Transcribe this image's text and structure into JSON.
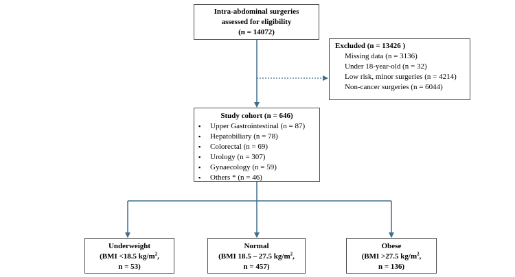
{
  "eligibility": {
    "line1": "Intra-abdominal surgeries",
    "line2": "assessed for eligibility",
    "line3": "(n = 14072)"
  },
  "excluded": {
    "title": "Excluded (n = 13426 )",
    "items": [
      "Missing data (n = 3136)",
      "Under 18-year-old (n = 32)",
      "Low risk, minor surgeries (n = 4214)",
      "Non-cancer surgeries (n = 6044)"
    ]
  },
  "cohort": {
    "title": "Study cohort (n = 646)",
    "bullet": "▪",
    "items": [
      "Upper Gastrointestinal (n = 87)",
      "Hepatobiliary (n = 78)",
      "Colorectal (n = 69)",
      "Urology (n = 307)",
      "Gynaecology (n = 59)",
      "Others * (n = 46)"
    ]
  },
  "groups": {
    "underweight": {
      "name": "Underweight",
      "bmi": "(BMI <18.5 kg/m",
      "sup": "2",
      "bmi_end": ",",
      "n": "n = 53)"
    },
    "normal": {
      "name": "Normal",
      "bmi": "(BMI 18.5 – 27.5 kg/m",
      "sup": "2",
      "bmi_end": ",",
      "n": "n = 457)"
    },
    "obese": {
      "name": "Obese",
      "bmi": "(BMI >27.5 kg/m",
      "sup": "2",
      "bmi_end": ",",
      "n": "n = 136)"
    }
  },
  "colors": {
    "connector": "#3d6e8c",
    "border": "#4a4a4a"
  }
}
